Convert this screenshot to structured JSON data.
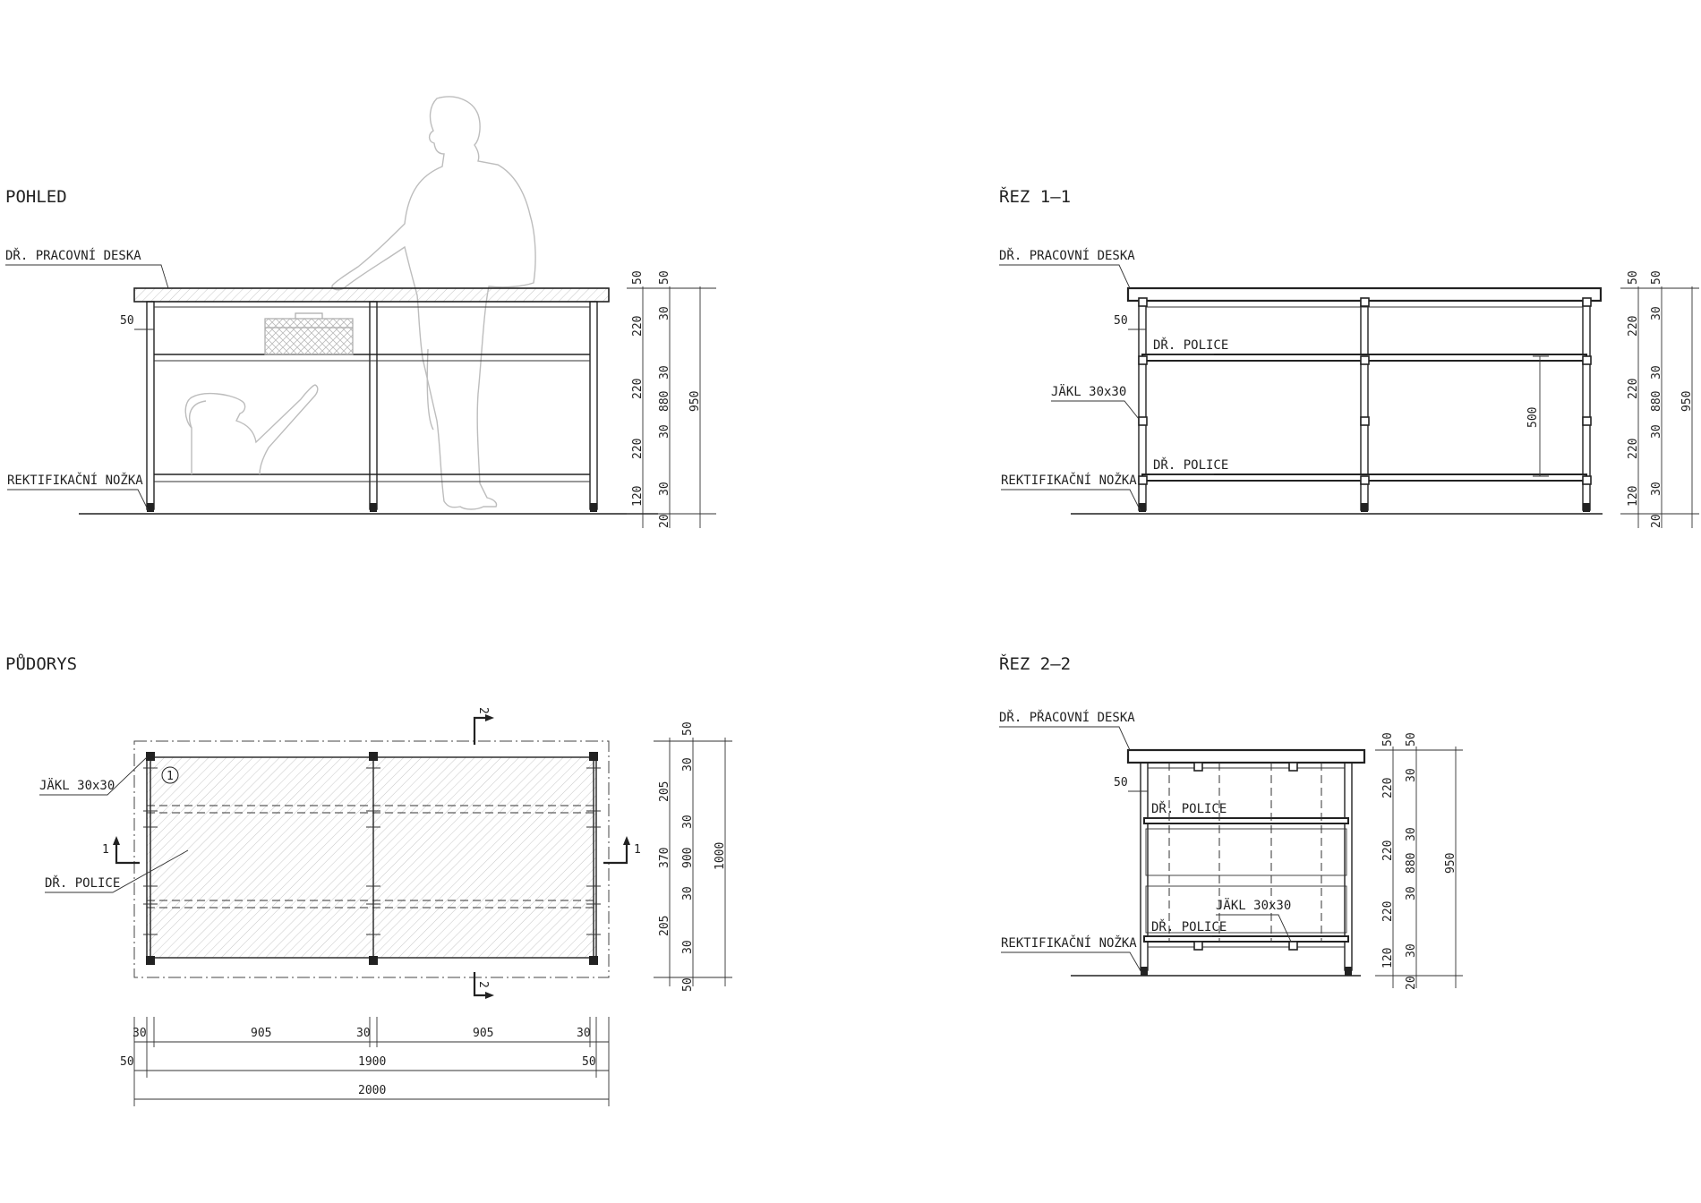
{
  "views": {
    "pohled": {
      "title": "POHLED",
      "label_top": "DŘ. PRACOVNÍ DESKA",
      "label_foot": "REKTIFIKAČNÍ NOŽKA",
      "dims": {
        "d50a": "50",
        "d50b": "50",
        "d50side": "50",
        "d30a": "30",
        "d30b": "30",
        "d30c": "30",
        "d30d": "30",
        "d220a": "220",
        "d220b": "220",
        "d220c": "220",
        "d120": "120",
        "d20": "20",
        "d880": "880",
        "d950": "950"
      }
    },
    "rez11": {
      "title": "ŘEZ 1–1",
      "label_top": "DŘ. PRACOVNÍ DESKA",
      "label_shelf_upper": "DŘ. POLICE",
      "label_jakl": "JÄKL 30x30",
      "label_shelf_lower": "DŘ. POLICE",
      "label_foot": "REKTIFIKAČNÍ NOŽKA",
      "dims": {
        "d50a": "50",
        "d50b": "50",
        "d50side": "50",
        "d30a": "30",
        "d30b": "30",
        "d30c": "30",
        "d30d": "30",
        "d220a": "220",
        "d220b": "220",
        "d220c": "220",
        "d120": "120",
        "d20": "20",
        "d880": "880",
        "d950": "950",
        "d500": "500"
      }
    },
    "pudorys": {
      "title": "PŮDORYS",
      "label_jakl": "JÄKL 30x30",
      "label_police": "DŘ. POLICE",
      "marker": "1",
      "sect1_left": "1",
      "sect1_right": "1",
      "sect2_top": "2",
      "sect2_bottom": "2",
      "dims": {
        "v50a": "50",
        "v30a": "30",
        "v205a": "205",
        "v30b": "30",
        "v370": "370",
        "v30c": "30",
        "v205b": "205",
        "v30d": "30",
        "v50b": "50",
        "v900": "900",
        "v1000": "1000",
        "h30a": "30",
        "h905a": "905",
        "h30b": "30",
        "h905b": "905",
        "h30c": "30",
        "h50a": "50",
        "h1900": "1900",
        "h50b": "50",
        "h2000": "2000"
      }
    },
    "rez22": {
      "title": "ŘEZ 2–2",
      "label_top": "DŘ. PŘACOVNÍ DESKA",
      "label_shelf_upper": "DŘ. POLICE",
      "label_jakl": "JÄKL 30x30",
      "label_shelf_lower": "DŘ. POLICE",
      "label_foot": "REKTIFIKAČNÍ NOŽKA",
      "dims": {
        "d50a": "50",
        "d50b": "50",
        "d50side": "50",
        "d30a": "30",
        "d30b": "30",
        "d30c": "30",
        "d30d": "30",
        "d220a": "220",
        "d220b": "220",
        "d220c": "220",
        "d120": "120",
        "d20": "20",
        "d880": "880",
        "d950": "950"
      }
    }
  },
  "icons": {
    "person": "person-silhouette-icon",
    "toolbox": "toolbox-icon",
    "watering_can": "watering-can-icon"
  }
}
